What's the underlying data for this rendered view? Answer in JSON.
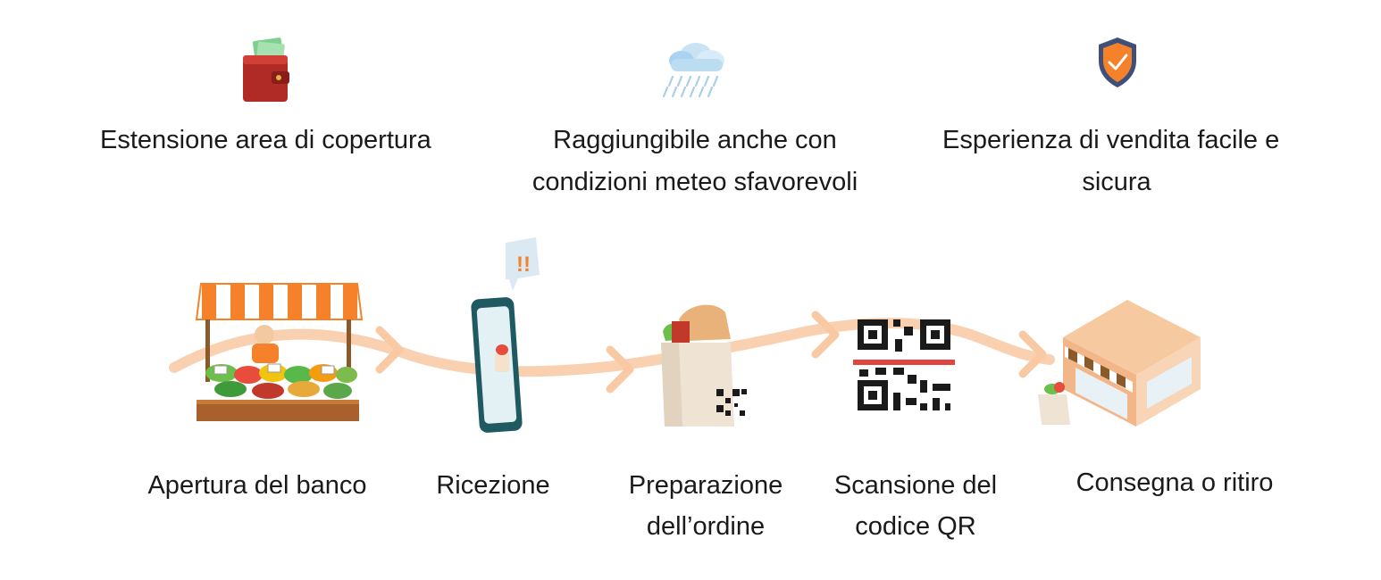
{
  "benefits": [
    {
      "icon": "wallet-money-icon",
      "text": "Estensione area di copertura"
    },
    {
      "icon": "cloud-rain-icon",
      "lines": [
        "Raggiungibile anche con",
        "condizioni meteo sfavorevoli"
      ]
    },
    {
      "icon": "shield-check-icon",
      "lines": [
        "Esperienza di vendita facile e",
        "sicura"
      ]
    }
  ],
  "steps": [
    {
      "icon": "market-stall-icon",
      "text": "Apertura del banco"
    },
    {
      "icon": "smartphone-notification-icon",
      "text": "Ricezione"
    },
    {
      "icon": "shopping-bag-icon",
      "lines": [
        "Preparazione",
        "dell’ordine"
      ]
    },
    {
      "icon": "qr-code-scan-icon",
      "lines": [
        "Scansione del",
        "codice QR"
      ]
    },
    {
      "icon": "shop-building-icon",
      "text": "Consegna o ritiro"
    }
  ],
  "colors": {
    "flow_path": "#f8c9a3",
    "accent_orange": "#f5822a",
    "wallet_red": "#c0302b",
    "shield_navy": "#3e4f7a",
    "phone_teal": "#1f5a63"
  }
}
